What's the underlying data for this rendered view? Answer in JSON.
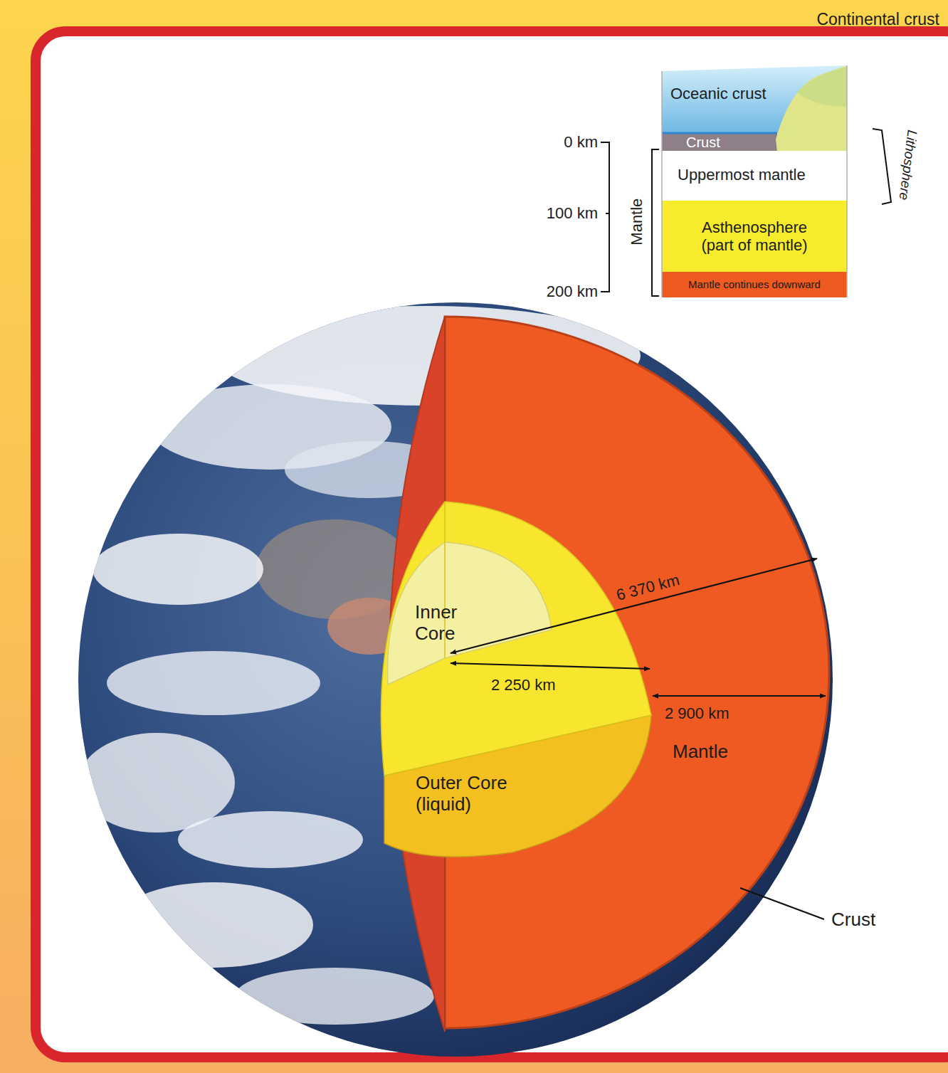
{
  "diagram": {
    "nodes": [
      {
        "text": [
          "Oceanic crust"
        ]
      },
      {
        "text": [
          "Crust"
        ]
      },
      {
        "text": [
          "Uppermost mantle"
        ]
      },
      {
        "text": [
          "Asthenosphere (part of mantle)"
        ]
      },
      {
        "text": [
          "Mantle continues downward"
        ]
      }
    ],
    "labels": [
      "Continental crust",
      "0 km",
      "Lithosphere",
      "100 km",
      "Mantle",
      "200 km",
      "Inner Core",
      "6 370 km",
      "2 250 km",
      "2 900 km",
      "Outer Core (liquid)",
      "Mantle",
      "Crust"
    ]
  }
}
